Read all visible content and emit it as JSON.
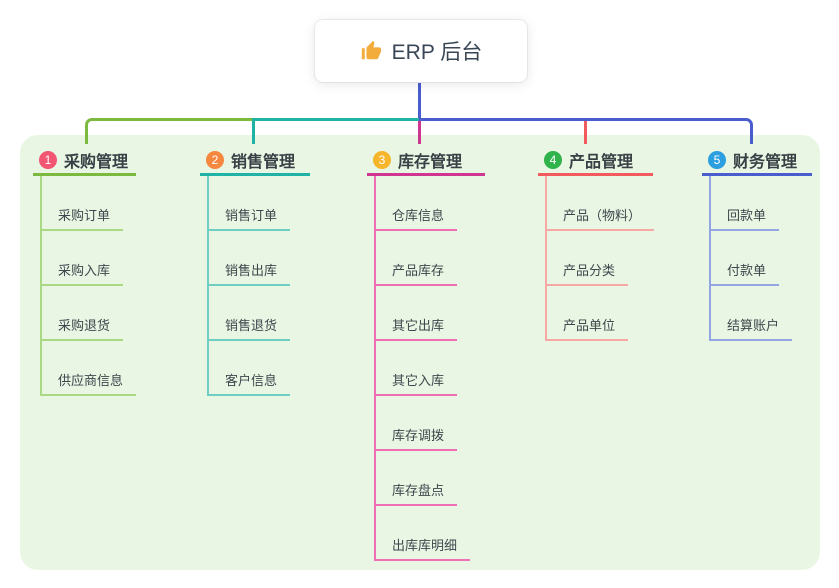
{
  "root": {
    "title": "ERP 后台",
    "icon": "thumbs-up"
  },
  "lines": {
    "blue": "#4a5dcf",
    "green": "#7cb93f",
    "teal": "#1fb3a6",
    "magenta": "#cf3692",
    "red": "#f15b5e"
  },
  "panel_color": "#e8f6e3",
  "columns": [
    {
      "badge": "1",
      "title": "采购管理",
      "badge_color": "#f25672",
      "accent": "#7cb93f",
      "light": "#a9d982",
      "items": [
        "采购订单",
        "采购入库",
        "采购退货",
        "供应商信息"
      ]
    },
    {
      "badge": "2",
      "title": "销售管理",
      "badge_color": "#f6873f",
      "accent": "#1fb3a6",
      "light": "#6fcfc4",
      "items": [
        "销售订单",
        "销售出库",
        "销售退货",
        "客户信息"
      ]
    },
    {
      "badge": "3",
      "title": "库存管理",
      "badge_color": "#f7b52c",
      "accent": "#cf3692",
      "light": "#ee6fb4",
      "items": [
        "仓库信息",
        "产品库存",
        "其它出库",
        "其它入库",
        "库存调拨",
        "库存盘点",
        "出库库明细"
      ]
    },
    {
      "badge": "4",
      "title": "产品管理",
      "badge_color": "#2fb34a",
      "accent": "#f15b5e",
      "light": "#f7a8a4",
      "items": [
        "产品（物料）",
        "产品分类",
        "产品单位"
      ]
    },
    {
      "badge": "5",
      "title": "财务管理",
      "badge_color": "#2b9fe0",
      "accent": "#4a5dcf",
      "light": "#93a5e2",
      "items": [
        "回款单",
        "付款单",
        "结算账户"
      ]
    }
  ]
}
